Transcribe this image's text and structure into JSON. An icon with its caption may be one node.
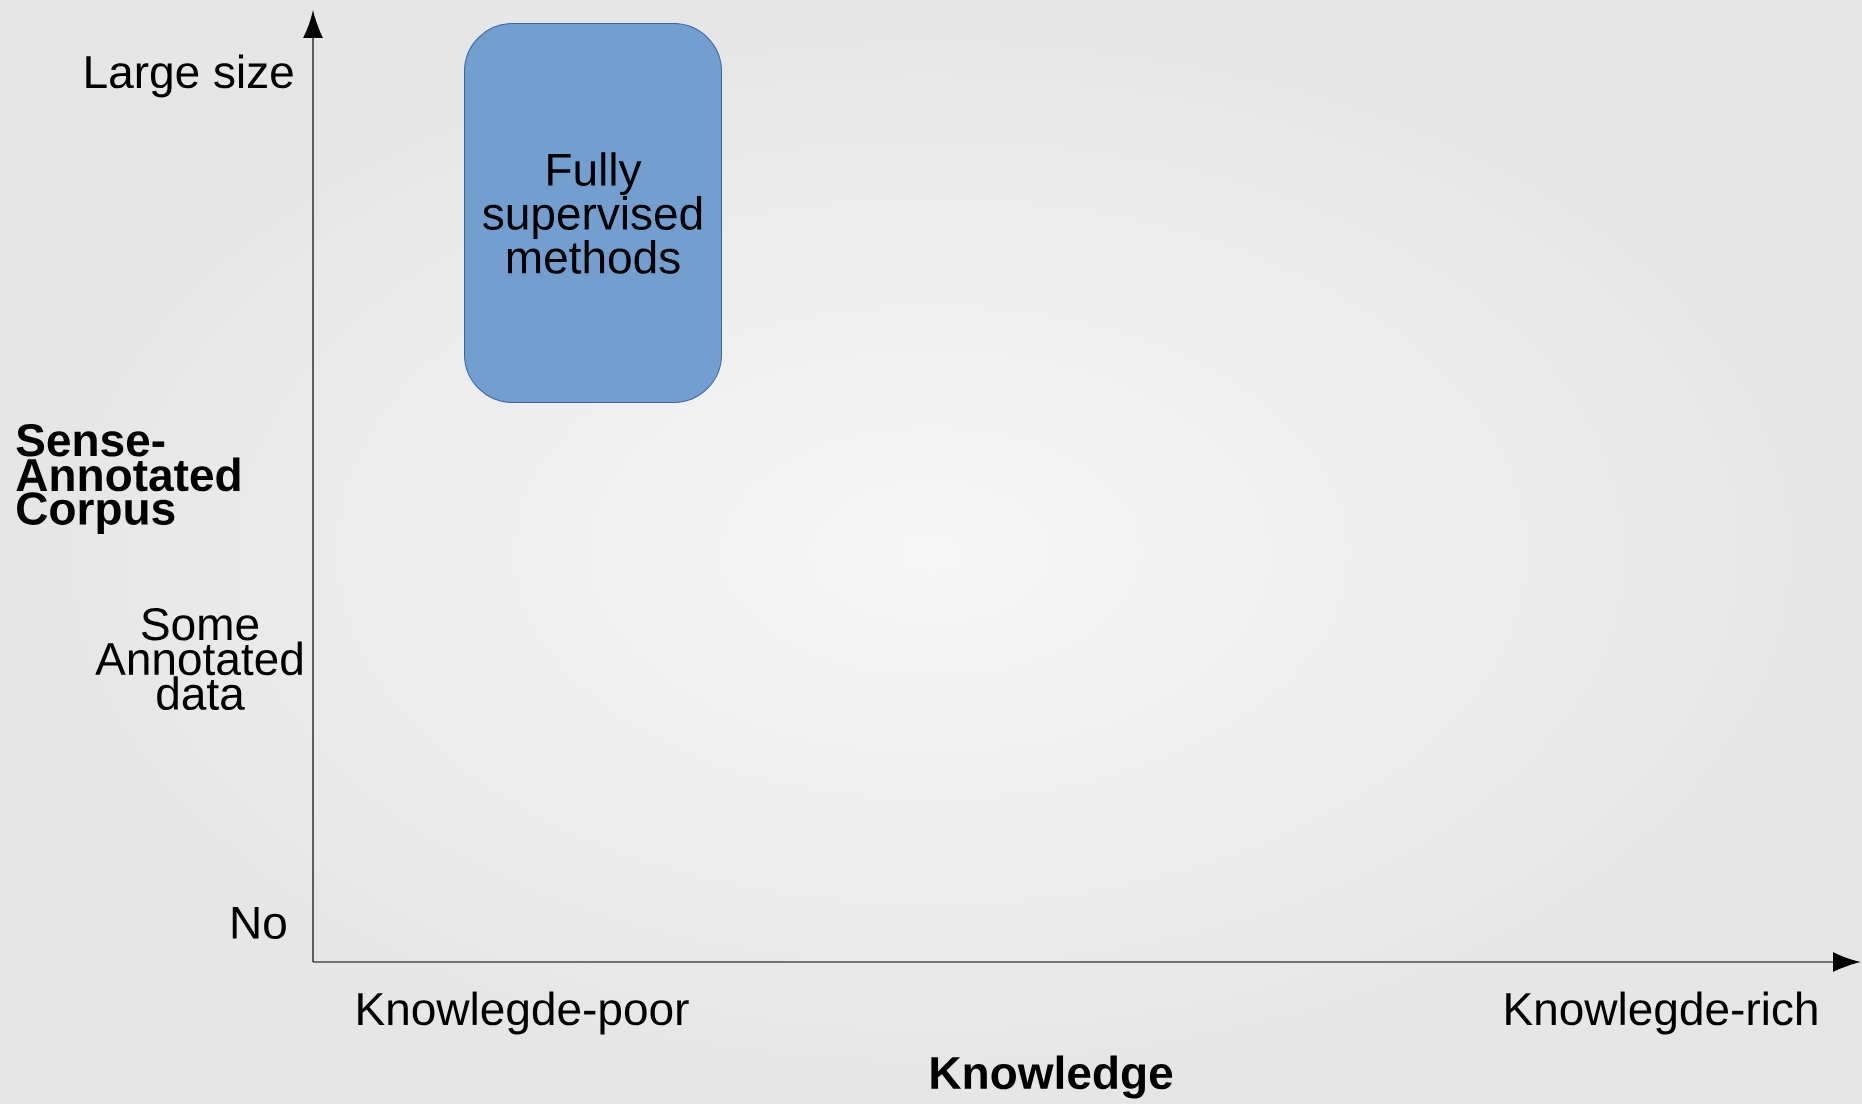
{
  "diagram": {
    "nodes": [
      {
        "text": [
          "Fully supervised methods"
        ]
      }
    ],
    "labels": [
      "Large size",
      "Sense-Annotated Corpus",
      "Some Annotated data",
      "No",
      "Knowlegde-poor",
      "Knowlegde-rich",
      "Knowledge"
    ]
  }
}
